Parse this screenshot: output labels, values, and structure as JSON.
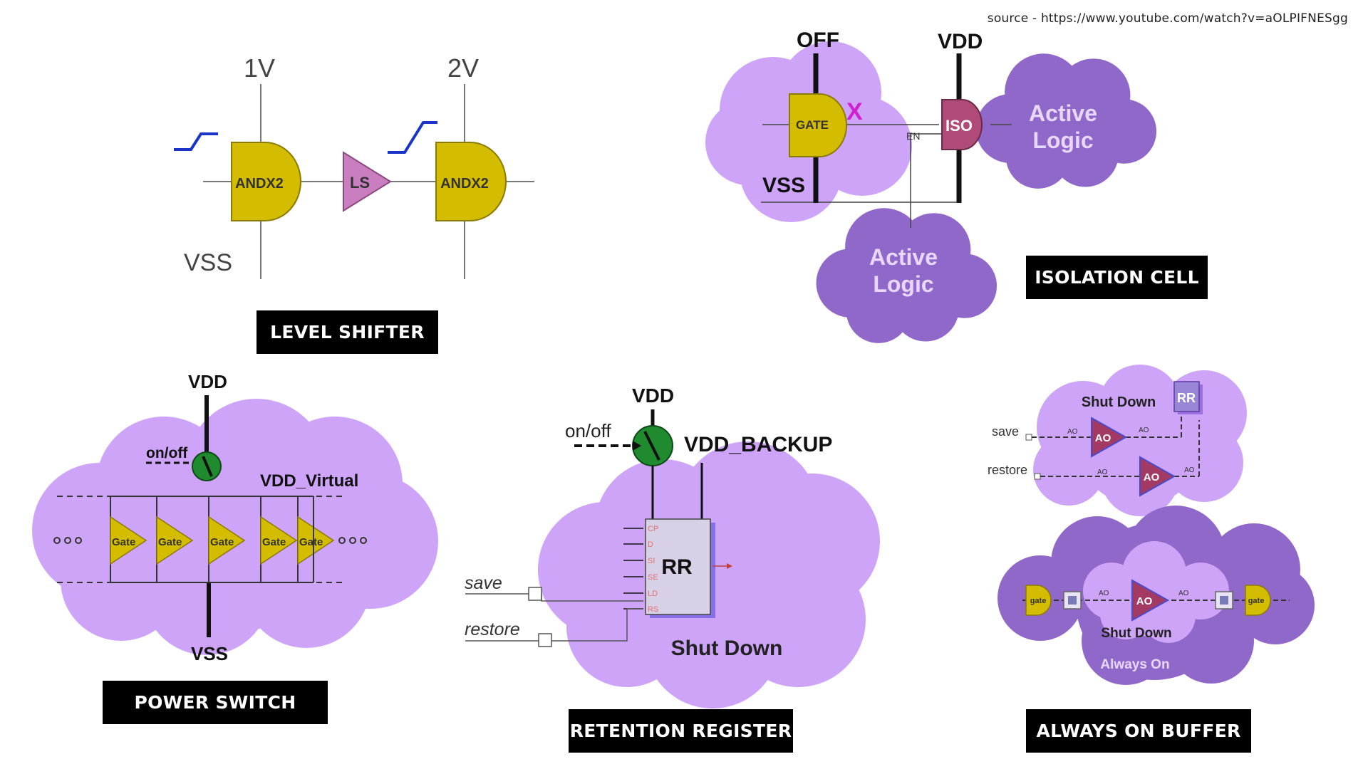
{
  "source_note": "source - https://www.youtube.com/watch?v=aOLPIFNESgg",
  "level_shifter": {
    "caption": "LEVEL SHIFTER",
    "rail_1v": "1V",
    "rail_2v": "2V",
    "vss": "VSS",
    "gate1": "ANDX2",
    "gate2": "ANDX2",
    "shifter": "LS"
  },
  "isolation_cell": {
    "caption": "ISOLATION CELL",
    "off": "OFF",
    "vdd": "VDD",
    "vss": "VSS",
    "gate": "GATE",
    "x_mark": "X",
    "iso": "ISO",
    "en": "EN",
    "active_logic_right": [
      "Active",
      "Logic"
    ],
    "active_logic_bottom": [
      "Active",
      "Logic"
    ]
  },
  "power_switch": {
    "caption": "POWER SWITCH",
    "vdd": "VDD",
    "vss": "VSS",
    "onoff": "on/off",
    "vdd_virtual": "VDD_Virtual",
    "gates": [
      "Gate",
      "Gate",
      "Gate",
      "Gate",
      "Gate"
    ],
    "ellipsis_left": "ooo",
    "ellipsis_right": "ooo"
  },
  "retention_register": {
    "caption": "RETENTION REGISTER",
    "vdd": "VDD",
    "onoff": "on/off",
    "vdd_backup": "VDD_BACKUP",
    "save": "save",
    "restore": "restore",
    "rr": "RR",
    "shut_down": "Shut Down",
    "pins": [
      "CP",
      "D",
      "SI",
      "SE",
      "LD",
      "RS"
    ]
  },
  "always_on_buffer": {
    "caption": "ALWAYS ON BUFFER",
    "top_shut_down": "Shut Down",
    "rr": "RR",
    "save": "save",
    "restore": "restore",
    "ao": "AO",
    "ao_small": "AO",
    "gate": "gate",
    "bottom_shut_down": "Shut Down",
    "always_on": "Always On"
  },
  "colors": {
    "cloud_light": "#cda4f7",
    "cloud_dark": "#9068c9",
    "gate_yellow": "#d4bd00",
    "iso_red": "#b04a78",
    "switch_green": "#1f8a2e",
    "edge_blue": "#1a34c8",
    "ao_red": "#a23a63",
    "ls_pink": "#c97fbf",
    "x_magenta": "#d020d0",
    "pin_red": "#e07070"
  }
}
